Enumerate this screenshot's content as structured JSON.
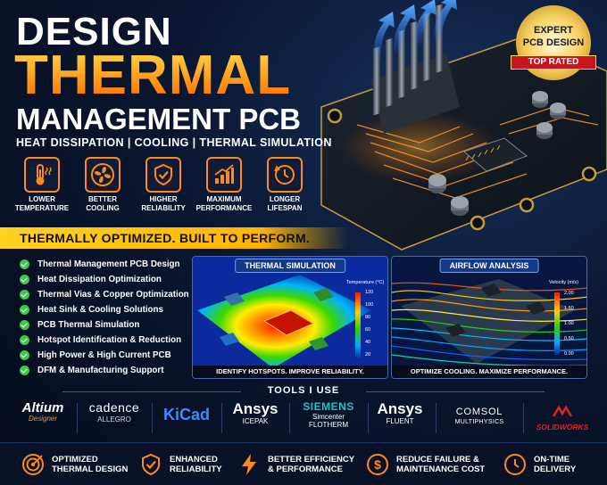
{
  "hero": {
    "line1": "DESIGN",
    "line2": "THERMAL",
    "line3": "MANAGEMENT PCB",
    "subtitle": "HEAT DISSIPATION | COOLING | THERMAL SIMULATION"
  },
  "badge": {
    "line1": "EXPERT",
    "line2": "PCB DESIGN",
    "ribbon": "TOP RATED"
  },
  "features": [
    {
      "icon": "thermometer-icon",
      "line1": "LOWER",
      "line2": "TEMPERATURE"
    },
    {
      "icon": "fan-icon",
      "line1": "BETTER",
      "line2": "COOLING"
    },
    {
      "icon": "shield-check-icon",
      "line1": "HIGHER",
      "line2": "RELIABILITY"
    },
    {
      "icon": "performance-chart-icon",
      "line1": "MAXIMUM",
      "line2": "PERFORMANCE"
    },
    {
      "icon": "clock-icon",
      "line1": "LONGER",
      "line2": "LIFESPAN"
    }
  ],
  "tagline": "THERMALLY OPTIMIZED. BUILT TO PERFORM.",
  "services": [
    "Thermal Management PCB Design",
    "Heat Dissipation Optimization",
    "Thermal Vias & Copper Optimization",
    "Heat Sink & Cooling Solutions",
    "PCB Thermal Simulation",
    "Hotspot Identification & Reduction",
    "High Power & High Current PCB",
    "DFM & Manufacturing Support"
  ],
  "thermal_panel": {
    "title": "THERMAL SIMULATION",
    "scale_title": "Temperature (°C)",
    "scale_ticks": [
      "120",
      "100",
      "80",
      "60",
      "40",
      "20"
    ],
    "caption": "IDENTIFY HOTSPOTS. IMPROVE RELIABILITY."
  },
  "airflow_panel": {
    "title": "AIRFLOW ANALYSIS",
    "scale_title": "Velocity (m/s)",
    "scale_ticks": [
      "2.00",
      "1.50",
      "1.00",
      "0.50",
      "0.00"
    ],
    "caption": "OPTIMIZE COOLING. MAXIMIZE PERFORMANCE."
  },
  "tools_heading": "TOOLS I USE",
  "tools": [
    {
      "name": "Altium",
      "sub": "Designer"
    },
    {
      "name": "cadence",
      "sub": "ALLEGRO"
    },
    {
      "name": "KiCad",
      "sub": ""
    },
    {
      "name": "Ansys",
      "sub": "ICEPAK"
    },
    {
      "name": "SIEMENS",
      "sub": "Simcenter",
      "sub2": "FLOTHERM"
    },
    {
      "name": "Ansys",
      "sub": "FLUENT"
    },
    {
      "name": "COMSOL",
      "sub": "MULTIPHYSICS"
    },
    {
      "name": "SOLIDWORKS",
      "sub": ""
    }
  ],
  "benefits": [
    {
      "icon": "target-icon",
      "line1": "OPTIMIZED",
      "line2": "THERMAL DESIGN"
    },
    {
      "icon": "shield-check-icon",
      "line1": "ENHANCED",
      "line2": "RELIABILITY"
    },
    {
      "icon": "lightning-icon",
      "line1": "BETTER EFFICIENCY",
      "line2": "& PERFORMANCE"
    },
    {
      "icon": "dollar-icon",
      "line1": "REDUCE FAILURE &",
      "line2": "MAINTENANCE COST"
    },
    {
      "icon": "clock-icon",
      "line1": "ON-TIME",
      "line2": "DELIVERY"
    }
  ],
  "colors": {
    "accent_orange": "#ff8a1a",
    "accent_yellow": "#ffd21e",
    "check_green": "#3cc84a",
    "badge_red": "#c4161c",
    "background": "#050b1a"
  }
}
